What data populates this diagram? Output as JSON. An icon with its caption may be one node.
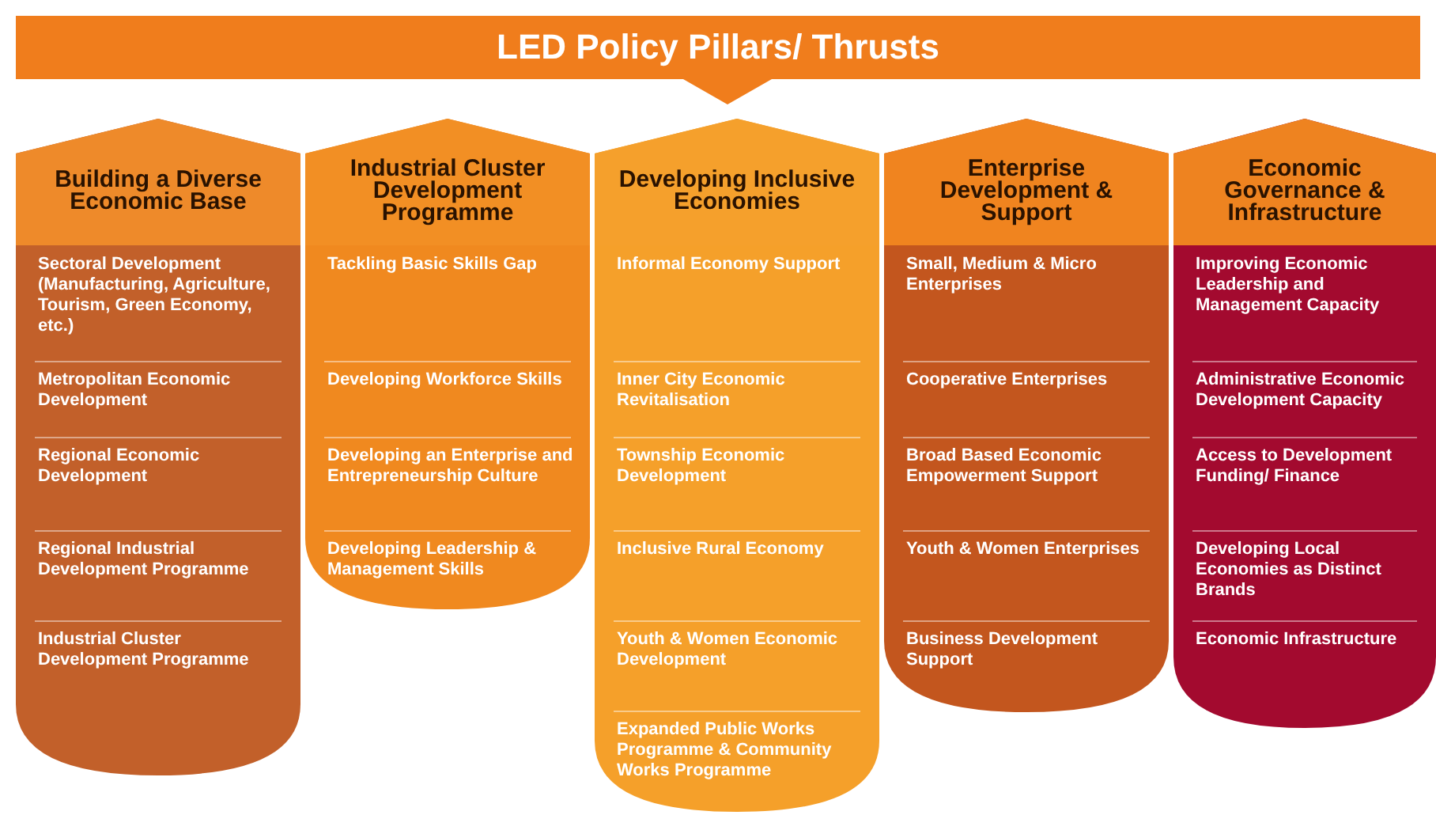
{
  "diagram": {
    "nodes": [
      {
        "text": [
          "LED Policy Pillars/ Thrusts"
        ]
      },
      {
        "text": [
          "Building a Diverse Economic Base"
        ]
      },
      {
        "text": [
          "Sectoral Development (Manufacturing, Agriculture, Tourism, Green Economy, etc.)"
        ],
        "in": 1
      },
      {
        "text": [
          "Metropolitan Economic Development"
        ],
        "in": 1
      },
      {
        "text": [
          "Regional Economic Development"
        ],
        "in": 1
      },
      {
        "text": [
          "Regional Industrial Development Programme"
        ],
        "in": 1
      },
      {
        "text": [
          "Industrial Cluster Development Programme"
        ],
        "in": 1
      },
      {
        "text": [
          "Industrial Cluster Development Programme"
        ]
      },
      {
        "text": [
          "Tackling Basic Skills Gap"
        ],
        "in": 7
      },
      {
        "text": [
          "Developing Workforce Skills"
        ],
        "in": 7
      },
      {
        "text": [
          "Developing an Enterprise and Entrepreneurship Culture"
        ],
        "in": 7
      },
      {
        "text": [
          "Developing Leadership & Management Skills"
        ],
        "in": 7
      },
      {
        "text": [
          "Developing Inclusive Economies"
        ]
      },
      {
        "text": [
          "Informal Economy Support"
        ],
        "in": 12
      },
      {
        "text": [
          "Inner City Economic Revitalisation"
        ],
        "in": 12
      },
      {
        "text": [
          "Township Economic Development"
        ],
        "in": 12
      },
      {
        "text": [
          "Inclusive Rural Economy"
        ],
        "in": 12
      },
      {
        "text": [
          "Youth & Women Economic Development"
        ],
        "in": 12
      },
      {
        "text": [
          "Expanded Public Works Programme & Community Works Programme"
        ],
        "in": 12
      },
      {
        "text": [
          "Enterprise Development & Support"
        ]
      },
      {
        "text": [
          "Small, Medium & Micro Enterprises"
        ],
        "in": 19
      },
      {
        "text": [
          "Cooperative Enterprises"
        ],
        "in": 19
      },
      {
        "text": [
          "Broad Based Economic Empowerment Support"
        ],
        "in": 19
      },
      {
        "text": [
          "Youth & Women Enterprises"
        ],
        "in": 19
      },
      {
        "text": [
          "Business Development Support"
        ],
        "in": 19
      },
      {
        "text": [
          "Economic Governance & Infrastructure"
        ]
      },
      {
        "text": [
          "Improving Economic Leadership and Management Capacity"
        ],
        "in": 25
      },
      {
        "text": [
          "Administrative Economic Development Capacity"
        ],
        "in": 25
      },
      {
        "text": [
          "Access to Development Funding/ Finance"
        ],
        "in": 25
      },
      {
        "text": [
          "Developing Local Economies as Distinct Brands"
        ],
        "in": 25
      },
      {
        "text": [
          "Economic Infrastructure"
        ],
        "in": 25
      }
    ],
    "edges": []
  }
}
